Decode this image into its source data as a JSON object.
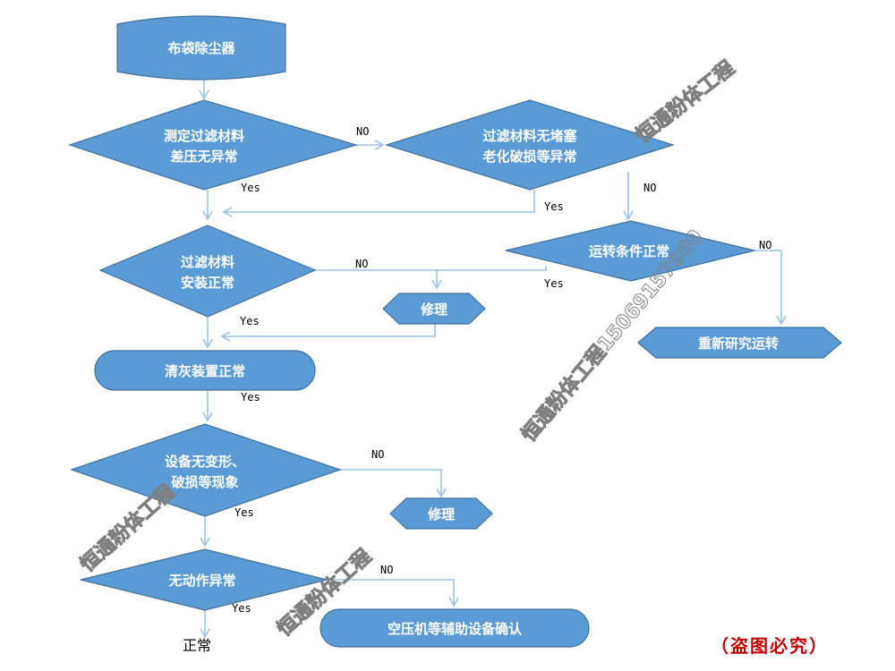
{
  "nodes": {
    "start": "布袋除尘器",
    "d1": [
      "测定过滤材料",
      "差压无异常"
    ],
    "d2": [
      "过滤材料无堵塞",
      "老化破损等异常"
    ],
    "d3": "运转条件正常",
    "r1": "重新研究运转",
    "d4": [
      "过滤材料",
      "安装正常"
    ],
    "repair1": "修理",
    "p1": "清灰装置正常",
    "d5": [
      "设备无变形、",
      "破损等现象"
    ],
    "repair2": "修理",
    "d6": "无动作异常",
    "p2": "空压机等辅助设备确认",
    "end": "正常"
  },
  "edge_labels": {
    "d1_no": "NO",
    "d1_yes": "Yes",
    "d2_yes": "Yes",
    "d2_no": "NO",
    "d3_no": "NO",
    "d3_yes": "Yes",
    "d4_no": "NO",
    "d4_yes": "Yes",
    "p1_yes": "Yes",
    "d5_no": "NO",
    "d5_yes": "Yes",
    "d6_no": "NO",
    "d6_yes": "Yes"
  },
  "watermarks": {
    "wm1": "恒通粉体工程",
    "wm2": "恒通粉体工程15069157960",
    "wm3": "恒通粉体工程",
    "wm4": "恒通粉体工程"
  },
  "notice": "（盗图必究）",
  "colors": {
    "shape_fill": "#5b9bd5",
    "shape_stroke": "#41719c",
    "connector": "#9dc3e6",
    "notice": "#c00000"
  }
}
